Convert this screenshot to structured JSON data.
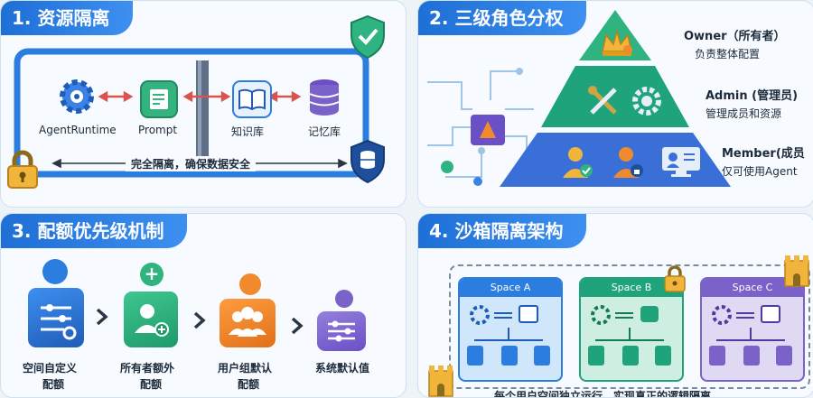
{
  "panel1": {
    "title": "1. 资源隔离",
    "items": [
      "AgentRuntime",
      "Prompt",
      "知识库",
      "记忆库"
    ],
    "banner": "完全隔离，确保数据安全"
  },
  "panel2": {
    "title": "2. 三级角色分权",
    "roles": [
      {
        "name": "Owner（所有者）",
        "desc": "负责整体配置"
      },
      {
        "name": "Admin (管理员)",
        "desc": "管理成员和资源"
      },
      {
        "name": "Member(成员",
        "desc": "仅可使用Agent"
      }
    ]
  },
  "panel3": {
    "title": "3. 配额优先级机制",
    "steps": [
      {
        "line1": "空间自定义",
        "line2": "配额"
      },
      {
        "line1": "所有者额外",
        "line2": "配额"
      },
      {
        "line1": "用户组默认",
        "line2": "配额"
      },
      {
        "line1": "系统默认值",
        "line2": ""
      }
    ]
  },
  "panel4": {
    "title": "4. 沙箱隔离架构",
    "spaces": [
      "Space A",
      "Space B",
      "Space C"
    ],
    "caption": "每个用户空间独立运行，实现真正的逻辑隔离"
  },
  "colors": {
    "title_blue": "#2b7de0",
    "green": "#2fb380",
    "orange": "#f08a2c",
    "purple": "#7a62c8",
    "navy": "#1f4f9a"
  }
}
